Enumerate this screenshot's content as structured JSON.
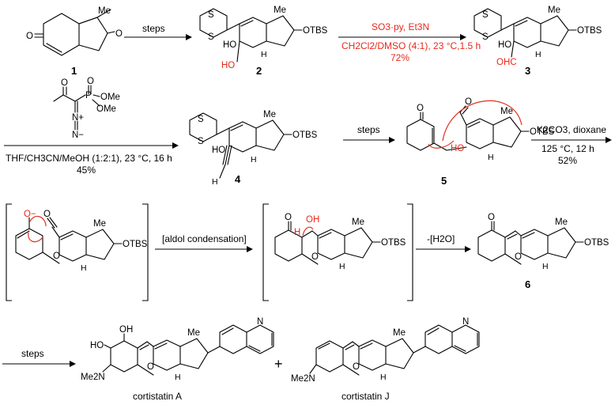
{
  "compounds": {
    "c1": "1",
    "c2": "2",
    "c3": "3",
    "c4": "4",
    "c5": "5",
    "c6": "6",
    "cortA": "cortistatin A",
    "cortJ": "cortistatin J"
  },
  "conditions": {
    "step1": "steps",
    "step2_line1": "SO3·py, Et3N",
    "step2_line2": "CH2Cl2/DMSO (4:1), 23 °C,1.5 h",
    "step2_yield": "72%",
    "step3_line1": "THF/CH3CN/MeOH (1:2:1), 23 °C, 16 h",
    "step3_yield": "45%",
    "step4": "steps",
    "step5_line1": "K2CO3, dioxane",
    "step5_line2": "125 °C, 12 h",
    "step5_yield": "52%",
    "step6": "[aldol condensation]",
    "step7": "-[H2O]",
    "step8": "steps",
    "plus": "+"
  },
  "atoms": {
    "Me": "Me",
    "OTBS": "OTBS",
    "O": "O",
    "S": "S",
    "HO": "HO",
    "OH": "OH",
    "H": "H",
    "OHC": "OHC",
    "OMe": "OMe",
    "P": "P",
    "N2plus": "N+",
    "Nminus": "N−",
    "Ominus": "O−",
    "N": "N",
    "Me2N": "Me2N"
  },
  "colors": {
    "reagent_red": "#e8281c",
    "arrow_red": "#e0301e",
    "ink": "#000000"
  }
}
